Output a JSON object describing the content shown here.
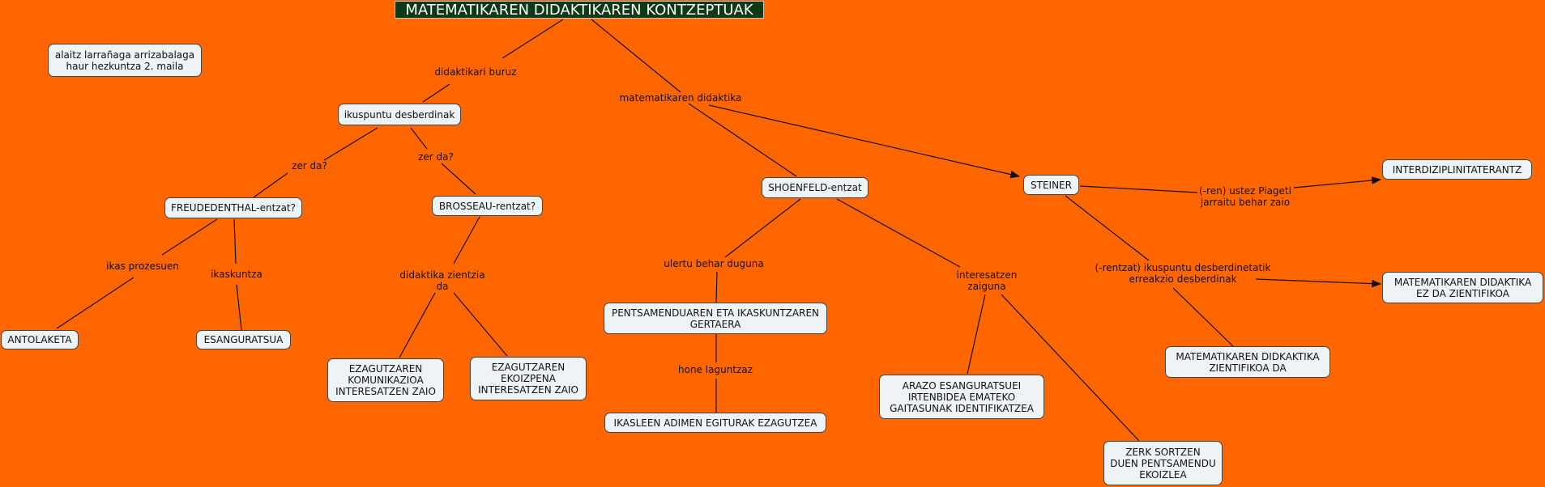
{
  "title": "MATEMATIKAREN DIDAKTIKAREN KONTZEPTUAK",
  "author_note": "alaitz larrañaga arrizabalaga\nhaur hezkuntza 2. maila",
  "nodes": {
    "ikuspuntu": "ikuspuntu desberdinak",
    "freudenthal": "FREUDEDENTHAL-entzat?",
    "brosseau": "BROSSEAU-rentzat?",
    "antolaketa": "ANTOLAKETA",
    "esanguratsua": "ESANGURATSUA",
    "komunikazioa": "EZAGUTZAREN\nKOMUNIKAZIOA\nINTERESATZEN ZAIO",
    "ekoizpena": "EZAGUTZAREN\nEKOIZPENA\nINTERESATZEN ZAIO",
    "shoenfeld": "SHOENFELD-entzat",
    "pentsamendua": "PENTSAMENDUAREN ETA IKASKUNTZAREN\nGERTAERA",
    "ikasleen": "IKASLEEN ADIMEN EGITURAK EZAGUTZEA",
    "arazo": "ARAZO ESANGURATSUEI\nIRTENBIDEA EMATEKO\nGAITASUNAK IDENTIFIKATZEA",
    "zerk": "ZERK SORTZEN\nDUEN PENTSAMENDU\nEKOIZLEA",
    "steiner": "STEINER",
    "interdiziplinitate": "INTERDIZIPLINITATERANTZ",
    "ez_zientifikoa": "MATEMATIKAREN DIDAKTIKA\nEZ DA ZIENTIFIKOA",
    "zientifikoa": "MATEMATIKAREN DIDKAKTIKA\nZIENTIFIKOA DA"
  },
  "links": {
    "didaktikari": "didaktikari buruz",
    "matematikaren": "matematikaren didaktika",
    "zer_da_1": "zer da?",
    "zer_da_2": "zer da?",
    "ikas_prozesuen": "ikas prozesuen",
    "ikaskuntza": "ikaskuntza",
    "didaktika_zientzia": "didaktika zientzia\nda",
    "ulertu": "ulertu behar duguna",
    "hone": "hone laguntzaz",
    "interesatzen": "interesatzen\nzaiguna",
    "ren_ustez": "(-ren) ustez Piageti\njarraitu behar zaio",
    "rentzat": "(-rentzat) ikuspuntu desberdinetatik\nerreakzio desberdinak"
  },
  "colors": {
    "background": "#ff6600",
    "node_fill": "#eef3f6",
    "title_fill": "#0f3a17",
    "line": "#111111"
  }
}
